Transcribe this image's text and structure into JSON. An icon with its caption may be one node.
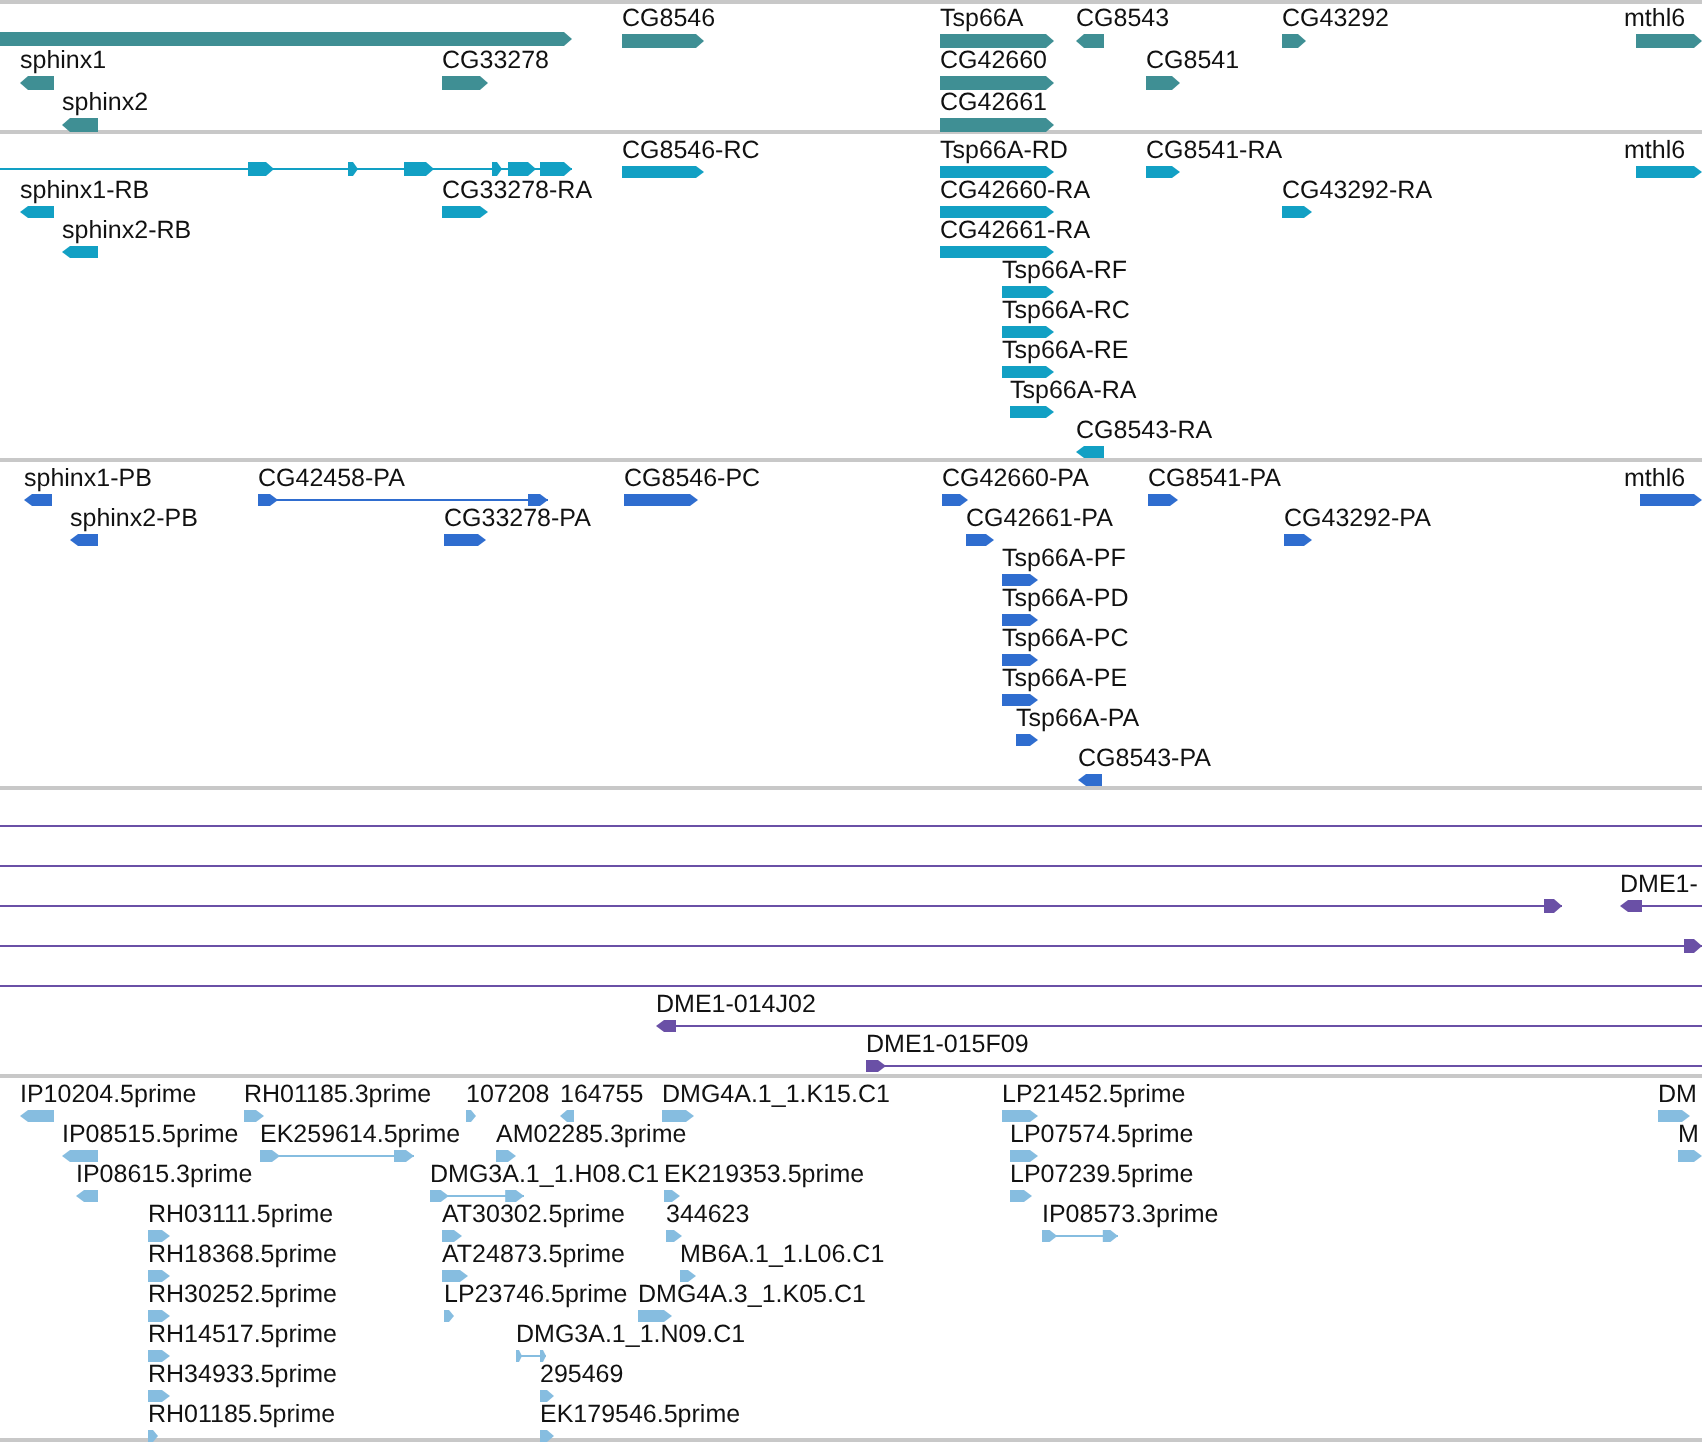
{
  "diagram": {
    "labels": [
      "CG8546",
      "Tsp66A",
      "CG8543",
      "CG43292",
      "mthl6",
      "sphinx1",
      "CG33278",
      "CG42660",
      "CG8541",
      "sphinx2",
      "CG42661",
      "CG8546-RC",
      "Tsp66A-RD",
      "CG8541-RA",
      "mthl6",
      "sphinx1-RB",
      "CG33278-RA",
      "CG42660-RA",
      "CG43292-RA",
      "sphinx2-RB",
      "CG42661-RA",
      "Tsp66A-RF",
      "Tsp66A-RC",
      "Tsp66A-RE",
      "Tsp66A-RA",
      "CG8543-RA",
      "sphinx1-PB",
      "CG42458-PA",
      "CG8546-PC",
      "CG42660-PA",
      "CG8541-PA",
      "mthl6",
      "sphinx2-PB",
      "CG33278-PA",
      "CG42661-PA",
      "CG43292-PA",
      "Tsp66A-PF",
      "Tsp66A-PD",
      "Tsp66A-PC",
      "Tsp66A-PE",
      "Tsp66A-PA",
      "CG8543-PA",
      "DME1-",
      "DME1-014J02",
      "DME1-015F09",
      "IP10204.5prime",
      "RH01185.3prime",
      "107208",
      "164755",
      "DMG4A.1_1.K15.C1",
      "LP21452.5prime",
      "DM",
      "IP08515.5prime",
      "EK259614.5prime",
      "AM02285.3prime",
      "LP07574.5prime",
      "M",
      "IP08615.3prime",
      "DMG3A.1_1.H08.C1",
      "EK219353.5prime",
      "LP07239.5prime",
      "RH03111.5prime",
      "AT30302.5prime",
      "344623",
      "IP08573.3prime",
      "RH18368.5prime",
      "AT24873.5prime",
      "MB6A.1_1.L06.C1",
      "RH30252.5prime",
      "LP23746.5prime",
      "DMG4A.3_1.K05.C1",
      "RH14517.5prime",
      "DMG3A.1_1.N09.C1",
      "RH34933.5prime",
      "295469",
      "RH01185.5prime",
      "EK179546.5prime"
    ]
  }
}
